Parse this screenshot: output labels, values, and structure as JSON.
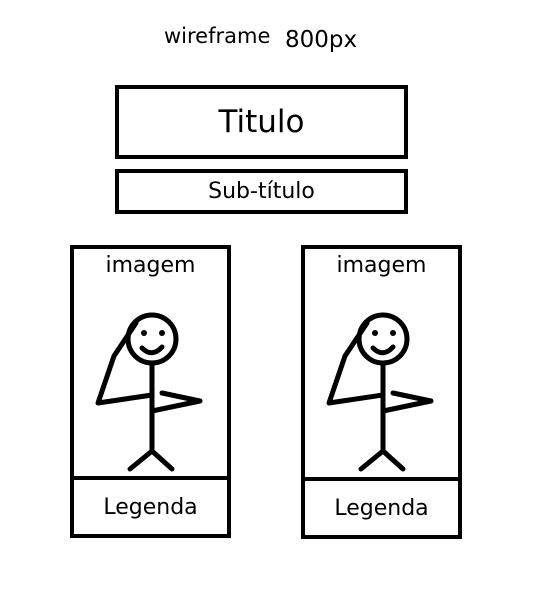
{
  "header": {
    "text_word": "wireframe",
    "text_size": "800px"
  },
  "title_box": {
    "label": "Titulo"
  },
  "subtitle_box": {
    "label": "Sub-título"
  },
  "cards": [
    {
      "image_label": "imagem",
      "caption": "Legenda"
    },
    {
      "image_label": "imagem",
      "caption": "Legenda"
    }
  ]
}
